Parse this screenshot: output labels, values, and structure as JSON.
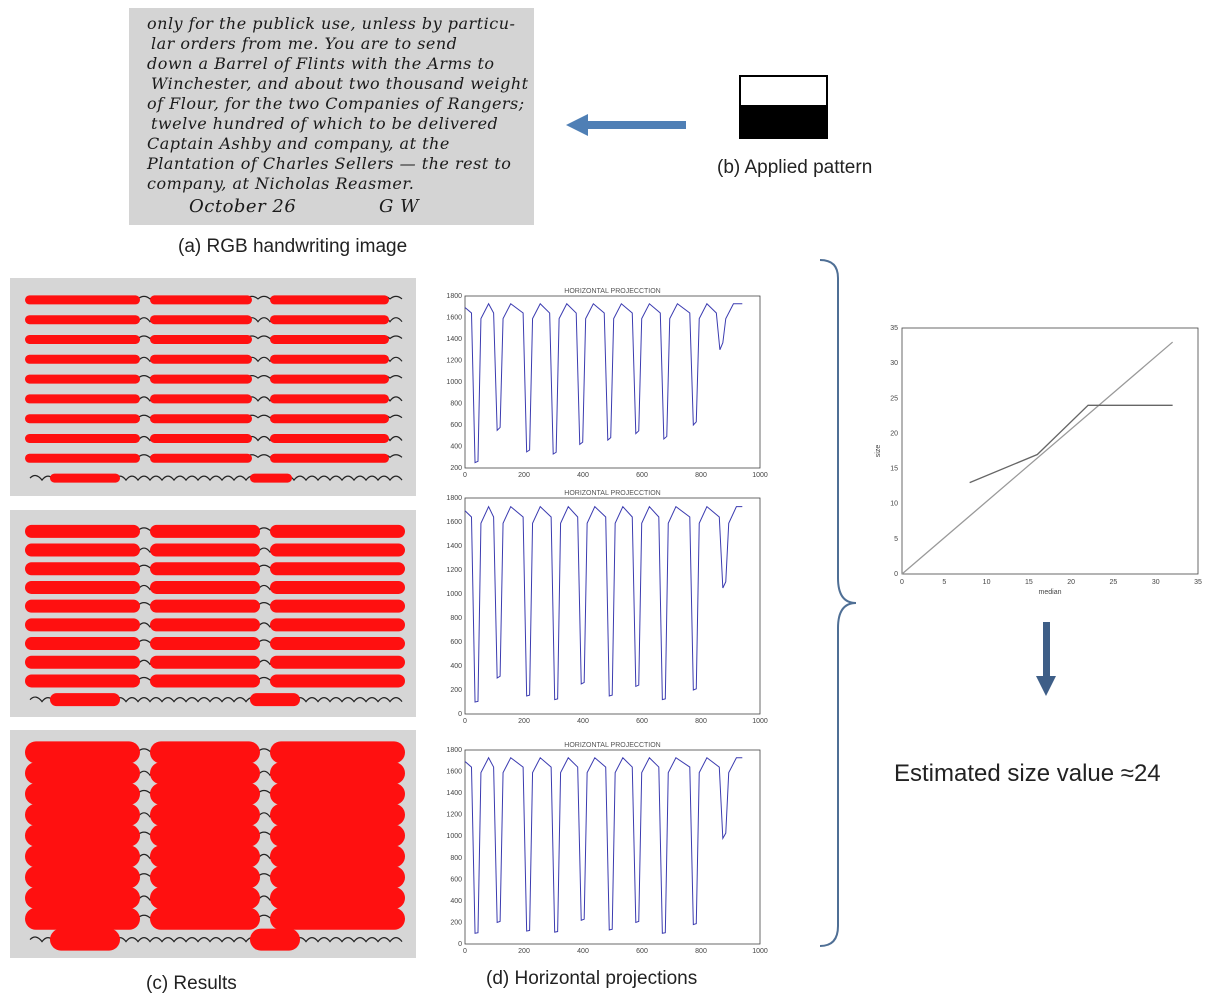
{
  "handwriting": {
    "lines": [
      "only for the publick use, unless by particu-",
      "lar orders from me. You are to send",
      "down a Barrel of Flints with the Arms to",
      "Winchester, and about two thousand weight",
      "of Flour, for the two Companies of Rangers;",
      "twelve hundred of which to be delivered",
      "Captain Ashby and company, at the",
      "Plantation of Charles Sellers — the rest to",
      "company, at Nicholas Reasmer.",
      "October 26",
      "G W"
    ]
  },
  "captions": {
    "a": "(a) RGB handwriting image",
    "b": "(b) Applied pattern",
    "c": "(c) Results",
    "d": "(d) Horizontal projections",
    "estimate": "Estimated size value ≈24"
  },
  "projections": [
    {
      "title": "HORIZONTAL PROJECCTION",
      "xticks": [
        "0",
        "200",
        "400",
        "600",
        "800",
        "1000"
      ],
      "yticks": [
        "200",
        "400",
        "600",
        "800",
        "1000",
        "1200",
        "1400",
        "1600",
        "1800"
      ],
      "xlim": [
        0,
        1000
      ],
      "ylim": [
        200,
        1800
      ],
      "dips": [
        [
          40,
          250
        ],
        [
          115,
          550
        ],
        [
          215,
          350
        ],
        [
          305,
          330
        ],
        [
          395,
          420
        ],
        [
          490,
          460
        ],
        [
          585,
          520
        ],
        [
          680,
          470
        ],
        [
          780,
          600
        ],
        [
          870,
          1300
        ]
      ]
    },
    {
      "title": "HORIZONTAL PROJECCTION",
      "xticks": [
        "0",
        "200",
        "400",
        "600",
        "800",
        "1000"
      ],
      "yticks": [
        "0",
        "200",
        "400",
        "600",
        "800",
        "1000",
        "1200",
        "1400",
        "1600",
        "1800"
      ],
      "xlim": [
        0,
        1000
      ],
      "ylim": [
        0,
        1800
      ],
      "dips": [
        [
          40,
          100
        ],
        [
          115,
          300
        ],
        [
          215,
          150
        ],
        [
          310,
          120
        ],
        [
          400,
          250
        ],
        [
          495,
          150
        ],
        [
          585,
          230
        ],
        [
          675,
          120
        ],
        [
          780,
          200
        ],
        [
          880,
          1050
        ]
      ]
    },
    {
      "title": "HORIZONTAL PROJECCTION",
      "xticks": [
        "0",
        "200",
        "400",
        "600",
        "800",
        "1000"
      ],
      "yticks": [
        "0",
        "200",
        "400",
        "600",
        "800",
        "1000",
        "1200",
        "1400",
        "1600",
        "1800"
      ],
      "xlim": [
        0,
        1000
      ],
      "ylim": [
        0,
        1800
      ],
      "dips": [
        [
          40,
          100
        ],
        [
          115,
          200
        ],
        [
          215,
          120
        ],
        [
          310,
          110
        ],
        [
          400,
          220
        ],
        [
          495,
          130
        ],
        [
          585,
          200
        ],
        [
          675,
          100
        ],
        [
          780,
          180
        ],
        [
          880,
          980
        ]
      ]
    }
  ],
  "estimate_plot": {
    "xlabel": "median",
    "ylabel": "size",
    "xticks": [
      "0",
      "5",
      "10",
      "15",
      "20",
      "25",
      "30",
      "35"
    ],
    "yticks": [
      "0",
      "5",
      "10",
      "15",
      "20",
      "25",
      "30",
      "35"
    ],
    "xlim": [
      0,
      35
    ],
    "ylim": [
      0,
      35
    ],
    "lines": [
      {
        "color": "#999999",
        "points": [
          [
            0,
            0
          ],
          [
            32,
            33
          ]
        ]
      },
      {
        "color": "#666666",
        "points": [
          [
            8,
            13
          ],
          [
            16,
            17
          ],
          [
            22,
            24
          ],
          [
            32,
            24
          ]
        ]
      }
    ]
  }
}
